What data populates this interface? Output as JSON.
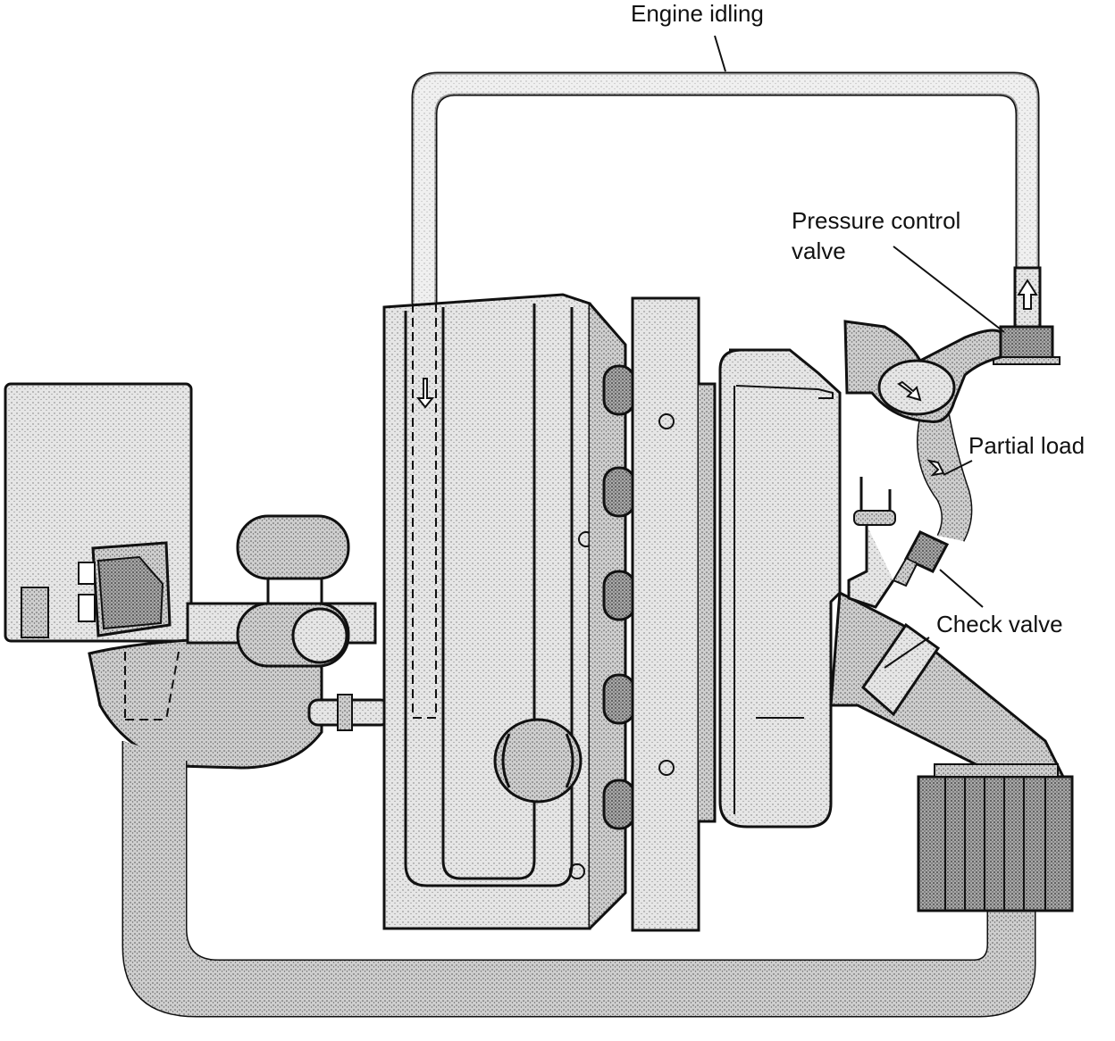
{
  "labels": {
    "engine_idling": "Engine idling",
    "pressure_control_valve_line1": "Pressure control",
    "pressure_control_valve_line2": "valve",
    "partial_load": "Partial load",
    "check_valve": "Check valve"
  },
  "colors": {
    "line": "#111111",
    "stipple_light": "#d9d9d9",
    "stipple_mid": "#bdbdbd",
    "stipple_dark": "#8f8f8f",
    "background": "#ffffff"
  }
}
